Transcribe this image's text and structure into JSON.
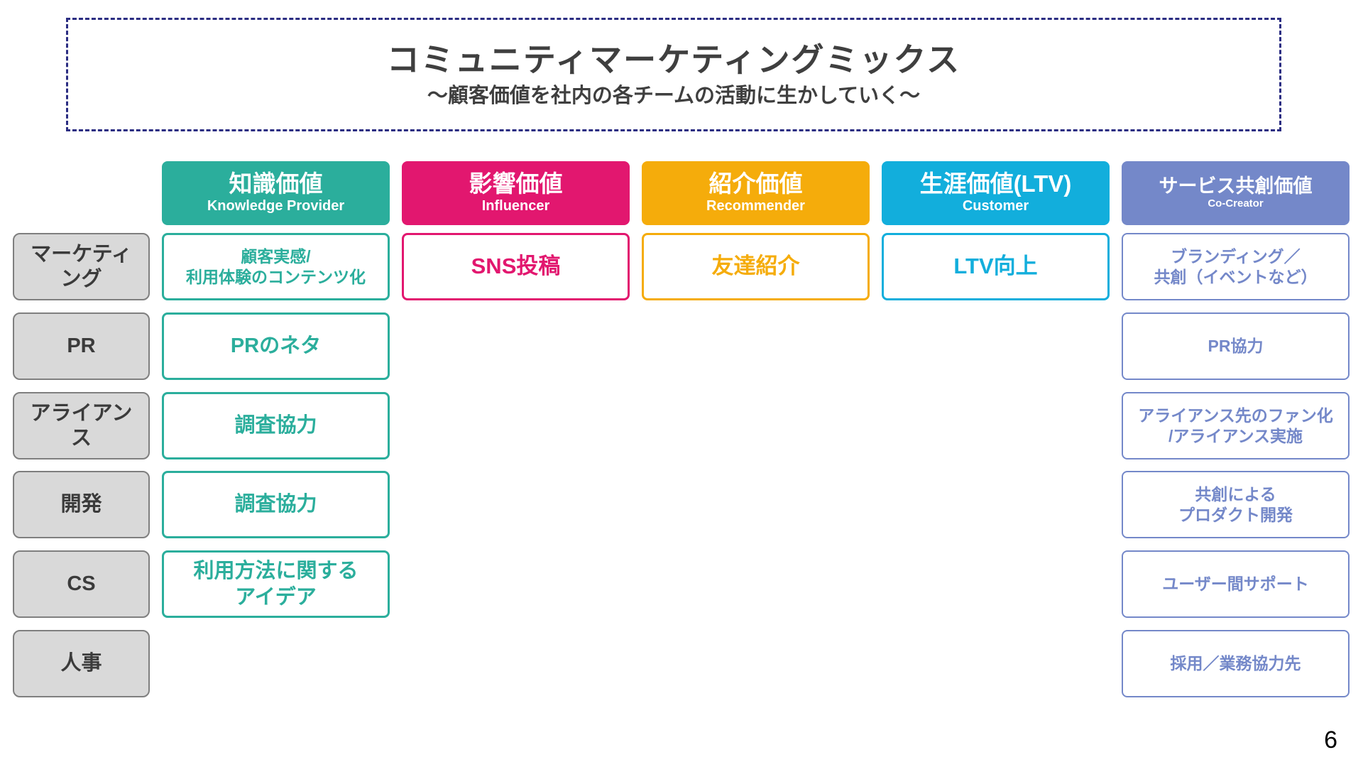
{
  "slide": {
    "title": "コミュニティマーケティングミックス",
    "subtitle": "～顧客価値を社内の各チームの活動に生かしていく～",
    "page_number": "6"
  },
  "colors": {
    "knowledge_teal": "#2BAE9C",
    "influencer_pink": "#E2176F",
    "recommender_yellow": "#F5AC0B",
    "customer_cyan": "#12AEDC",
    "cocreator_blue": "#7488C9",
    "row_label_bg": "#D9D9D9",
    "row_label_border": "#7F7F7F",
    "title_border_navy": "#2B2D82",
    "title_text": "#3F3F3F"
  },
  "columns": [
    {
      "jp": "知識価値",
      "en": "Knowledge Provider",
      "color": "#2BAE9C"
    },
    {
      "jp": "影響価値",
      "en": "Influencer",
      "color": "#E2176F"
    },
    {
      "jp": "紹介価値",
      "en": "Recommender",
      "color": "#F5AC0B"
    },
    {
      "jp": "生涯価値(LTV)",
      "en": "Customer",
      "color": "#12AEDC"
    },
    {
      "jp": "サービス共創価値",
      "en": "Co-Creator",
      "color": "#7488C9"
    }
  ],
  "rows": [
    {
      "label": "マーケティ\nング"
    },
    {
      "label": "PR"
    },
    {
      "label": "アライアン\nス"
    },
    {
      "label": "開発"
    },
    {
      "label": "CS"
    },
    {
      "label": "人事"
    }
  ],
  "cells": {
    "marketing": {
      "knowledge": "顧客実感/\n利用体験のコンテンツ化",
      "influencer": "SNS投稿",
      "recommender": "友達紹介",
      "customer": "LTV向上",
      "cocreator": "ブランディング／\n共創（イベントなど）"
    },
    "pr": {
      "knowledge": "PRのネタ",
      "cocreator": "PR協力"
    },
    "alliance": {
      "knowledge": "調査協力",
      "cocreator": "アライアンス先のファン化\n/アライアンス実施"
    },
    "development": {
      "knowledge": "調査協力",
      "cocreator": "共創による\nプロダクト開発"
    },
    "cs": {
      "knowledge": "利用方法に関する\nアイデア",
      "cocreator": "ユーザー間サポート"
    },
    "hr": {
      "cocreator": "採用／業務協力先"
    }
  }
}
